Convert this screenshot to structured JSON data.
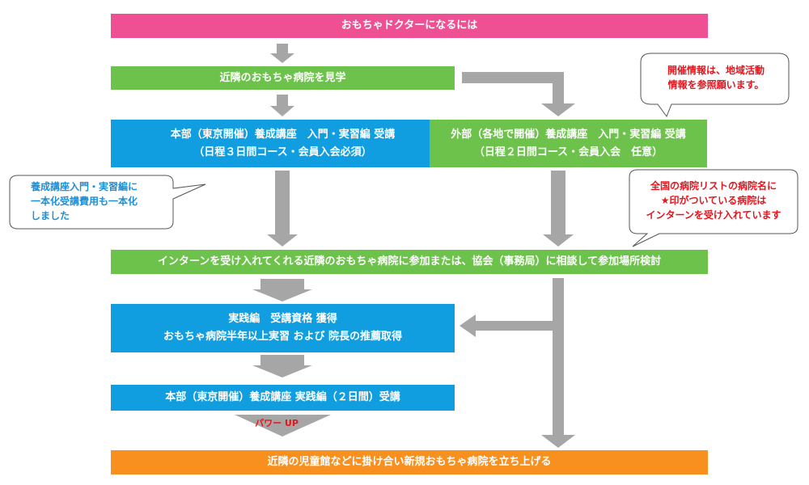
{
  "colors": {
    "pink": "#ef5093",
    "green": "#6cc24a",
    "blue": "#109ee0",
    "orange": "#f7901e",
    "arrow_gray": "#a6a6a6",
    "note_red": "#e8141c",
    "note_blue": "#1b8fd8"
  },
  "title": "おもちゃドクターになるには",
  "step_visit": "近隣のおもちゃ病院を見学",
  "hq_course": {
    "line1": "本部（東京開催）養成講座　入門・実習編 受講",
    "line2": "（日程３日間コース・会員入会必須）"
  },
  "external_course": {
    "line1": "外部（各地で開催）養成講座　入門・実習編 受講",
    "line2": "（日程２日間コース・会員入会　任意）"
  },
  "internship": "インターンを受け入れてくれる近隣のおもちゃ病院に参加または、協会（事務局）に相談して参加場所検討",
  "practice_qualify": {
    "line1": "実践編　受講資格 獲得",
    "line2": "おもちゃ病院半年以上実習 および 院長の推薦取得"
  },
  "practice_course": "本部（東京開催）養成講座 実践編（２日間）受講",
  "power_up": "パワー UP",
  "final_step": "近隣の児童館などに掛け合い新規おもちゃ病院を立ち上げる",
  "notes": {
    "event_info": [
      "開催情報は、地域活動",
      "情報を参照願います。"
    ],
    "unified": [
      "養成講座入門・実習編に",
      "一本化受講費用も一本化",
      "しました"
    ],
    "hospital_list": [
      "全国の病院リストの病院名に",
      "★印がついている病院は",
      "インターンを受け入れています"
    ]
  }
}
